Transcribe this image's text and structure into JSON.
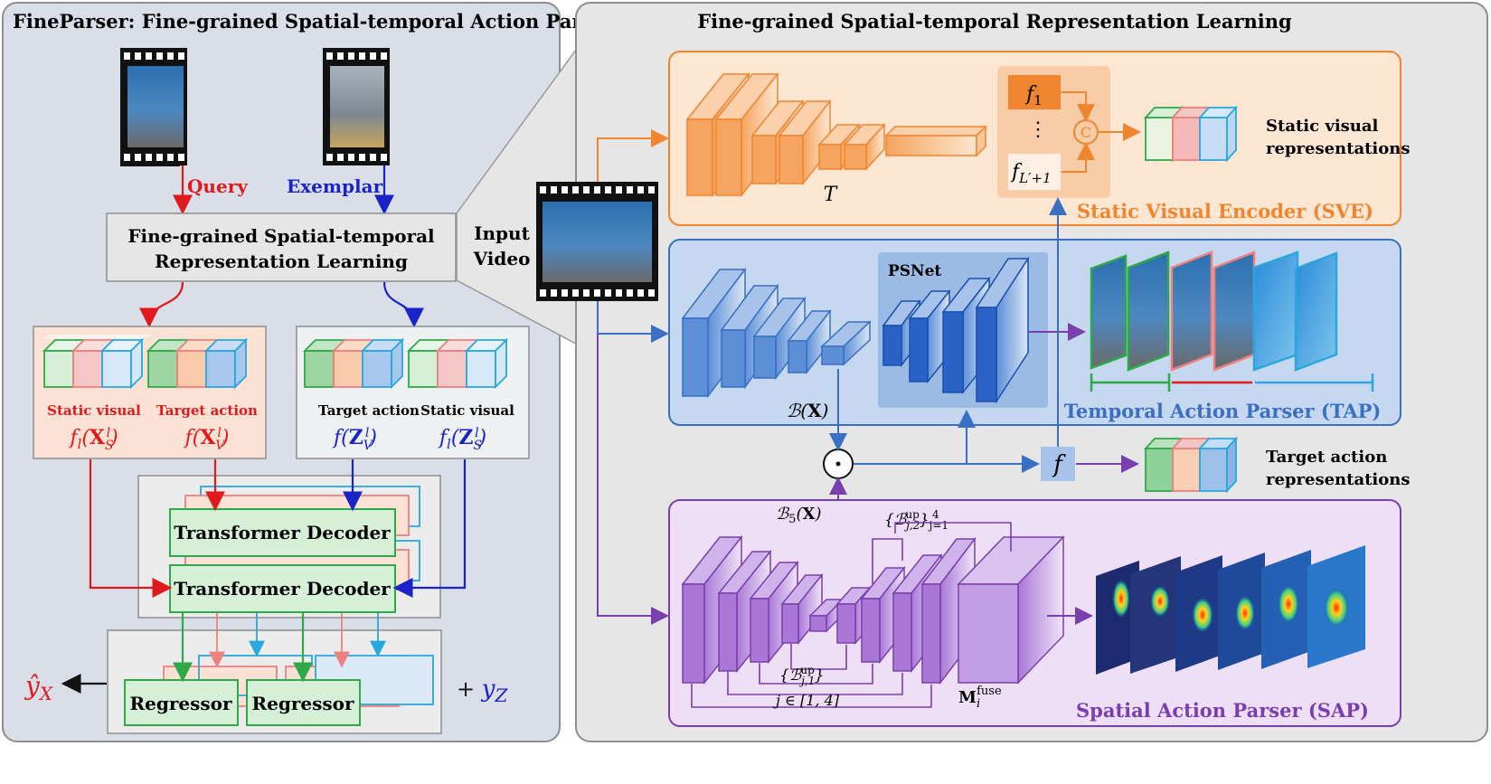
{
  "left_panel": {
    "title": "FineParser: Fine-grained Spatial-temporal Action Parser",
    "query_label": "Query",
    "exemplar_label": "Exemplar",
    "box_line1": "Fine-grained Spatial-temporal",
    "box_line2": "Representation Learning",
    "query_feats": {
      "label_static": "Static visual",
      "label_target": "Target action",
      "math_static": "f_l(X_S^l)",
      "math_target": "f(X_V^l)"
    },
    "exemplar_feats": {
      "label_target": "Target action",
      "label_static": "Static visual",
      "math_target": "f(Z_V^l)",
      "math_static": "f_l(Z_S^l)"
    },
    "decoder_label": "Transformer Decoder",
    "regressor_label": "Regressor",
    "y_hat_x": "ŷ_X",
    "plus_y_z": "+ y_Z"
  },
  "right_panel": {
    "title": "Fine-grained Spatial-temporal Representation Learning",
    "input_line1": "Input",
    "input_line2": "Video",
    "sve": {
      "name": "Static Visual Encoder (SVE)",
      "t_symbol": "T",
      "f1": "f_1",
      "fL": "f_{L'+1}",
      "concat": "C",
      "out_line1": "Static visual",
      "out_line2": "representations"
    },
    "tap": {
      "name": "Temporal Action Parser (TAP)",
      "psnet": "PSNet",
      "bx": "B(X)"
    },
    "mid": {
      "f_symbol": "f",
      "out_line1": "Target action",
      "out_line2": "representations"
    },
    "sap": {
      "name": "Spatial Action Parser (SAP)",
      "b5": "B_5(X)",
      "bup_j2": "{B_{j,2}^up}_{j=1}^4",
      "bup_j1": "{B_{j,1}^up}",
      "j_range": "j ∈ [1, 4]",
      "m_fuse": "M_i^fuse"
    }
  },
  "colors": {
    "query_red": "#e0191c",
    "exemplar_blue": "#1a23c8",
    "orange": "#f0852f",
    "blue": "#3a6fc4",
    "purple": "#7a3fae",
    "green": "#2fa84a",
    "panel_left": "#d9dee9",
    "panel_right": "#e6e6e6"
  }
}
